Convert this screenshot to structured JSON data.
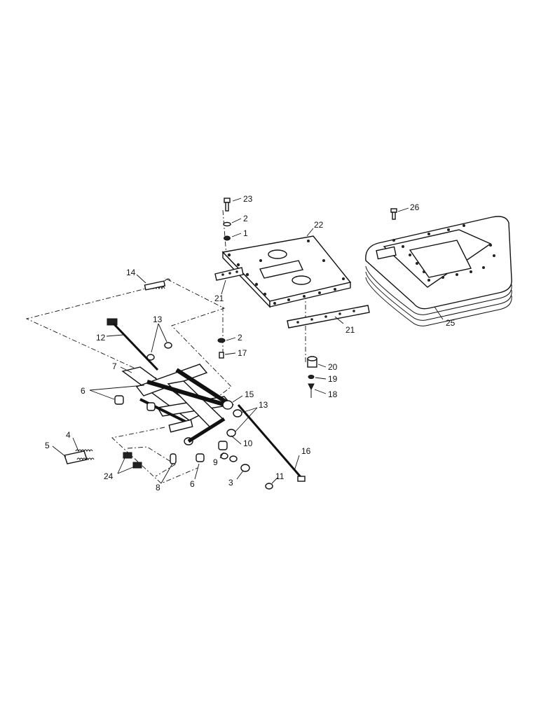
{
  "callouts": [
    {
      "id": "c23",
      "text": "23"
    },
    {
      "id": "c2a",
      "text": "2"
    },
    {
      "id": "c1",
      "text": "1"
    },
    {
      "id": "c22",
      "text": "22"
    },
    {
      "id": "c26",
      "text": "26"
    },
    {
      "id": "c14",
      "text": "14"
    },
    {
      "id": "c21a",
      "text": "21"
    },
    {
      "id": "c13a",
      "text": "13"
    },
    {
      "id": "c12",
      "text": "12"
    },
    {
      "id": "c2b",
      "text": "2"
    },
    {
      "id": "c17",
      "text": "17"
    },
    {
      "id": "c21b",
      "text": "21"
    },
    {
      "id": "c25",
      "text": "25"
    },
    {
      "id": "c7",
      "text": "7"
    },
    {
      "id": "c20",
      "text": "20"
    },
    {
      "id": "c19",
      "text": "19"
    },
    {
      "id": "c6a",
      "text": "6"
    },
    {
      "id": "c18",
      "text": "18"
    },
    {
      "id": "c15",
      "text": "15"
    },
    {
      "id": "c13b",
      "text": "13"
    },
    {
      "id": "c4",
      "text": "4"
    },
    {
      "id": "c5",
      "text": "5"
    },
    {
      "id": "c10",
      "text": "10"
    },
    {
      "id": "c16",
      "text": "16"
    },
    {
      "id": "c9",
      "text": "9"
    },
    {
      "id": "c24",
      "text": "24"
    },
    {
      "id": "c6b",
      "text": "6"
    },
    {
      "id": "c8",
      "text": "8"
    },
    {
      "id": "c3",
      "text": "3"
    },
    {
      "id": "c11",
      "text": "11"
    }
  ]
}
